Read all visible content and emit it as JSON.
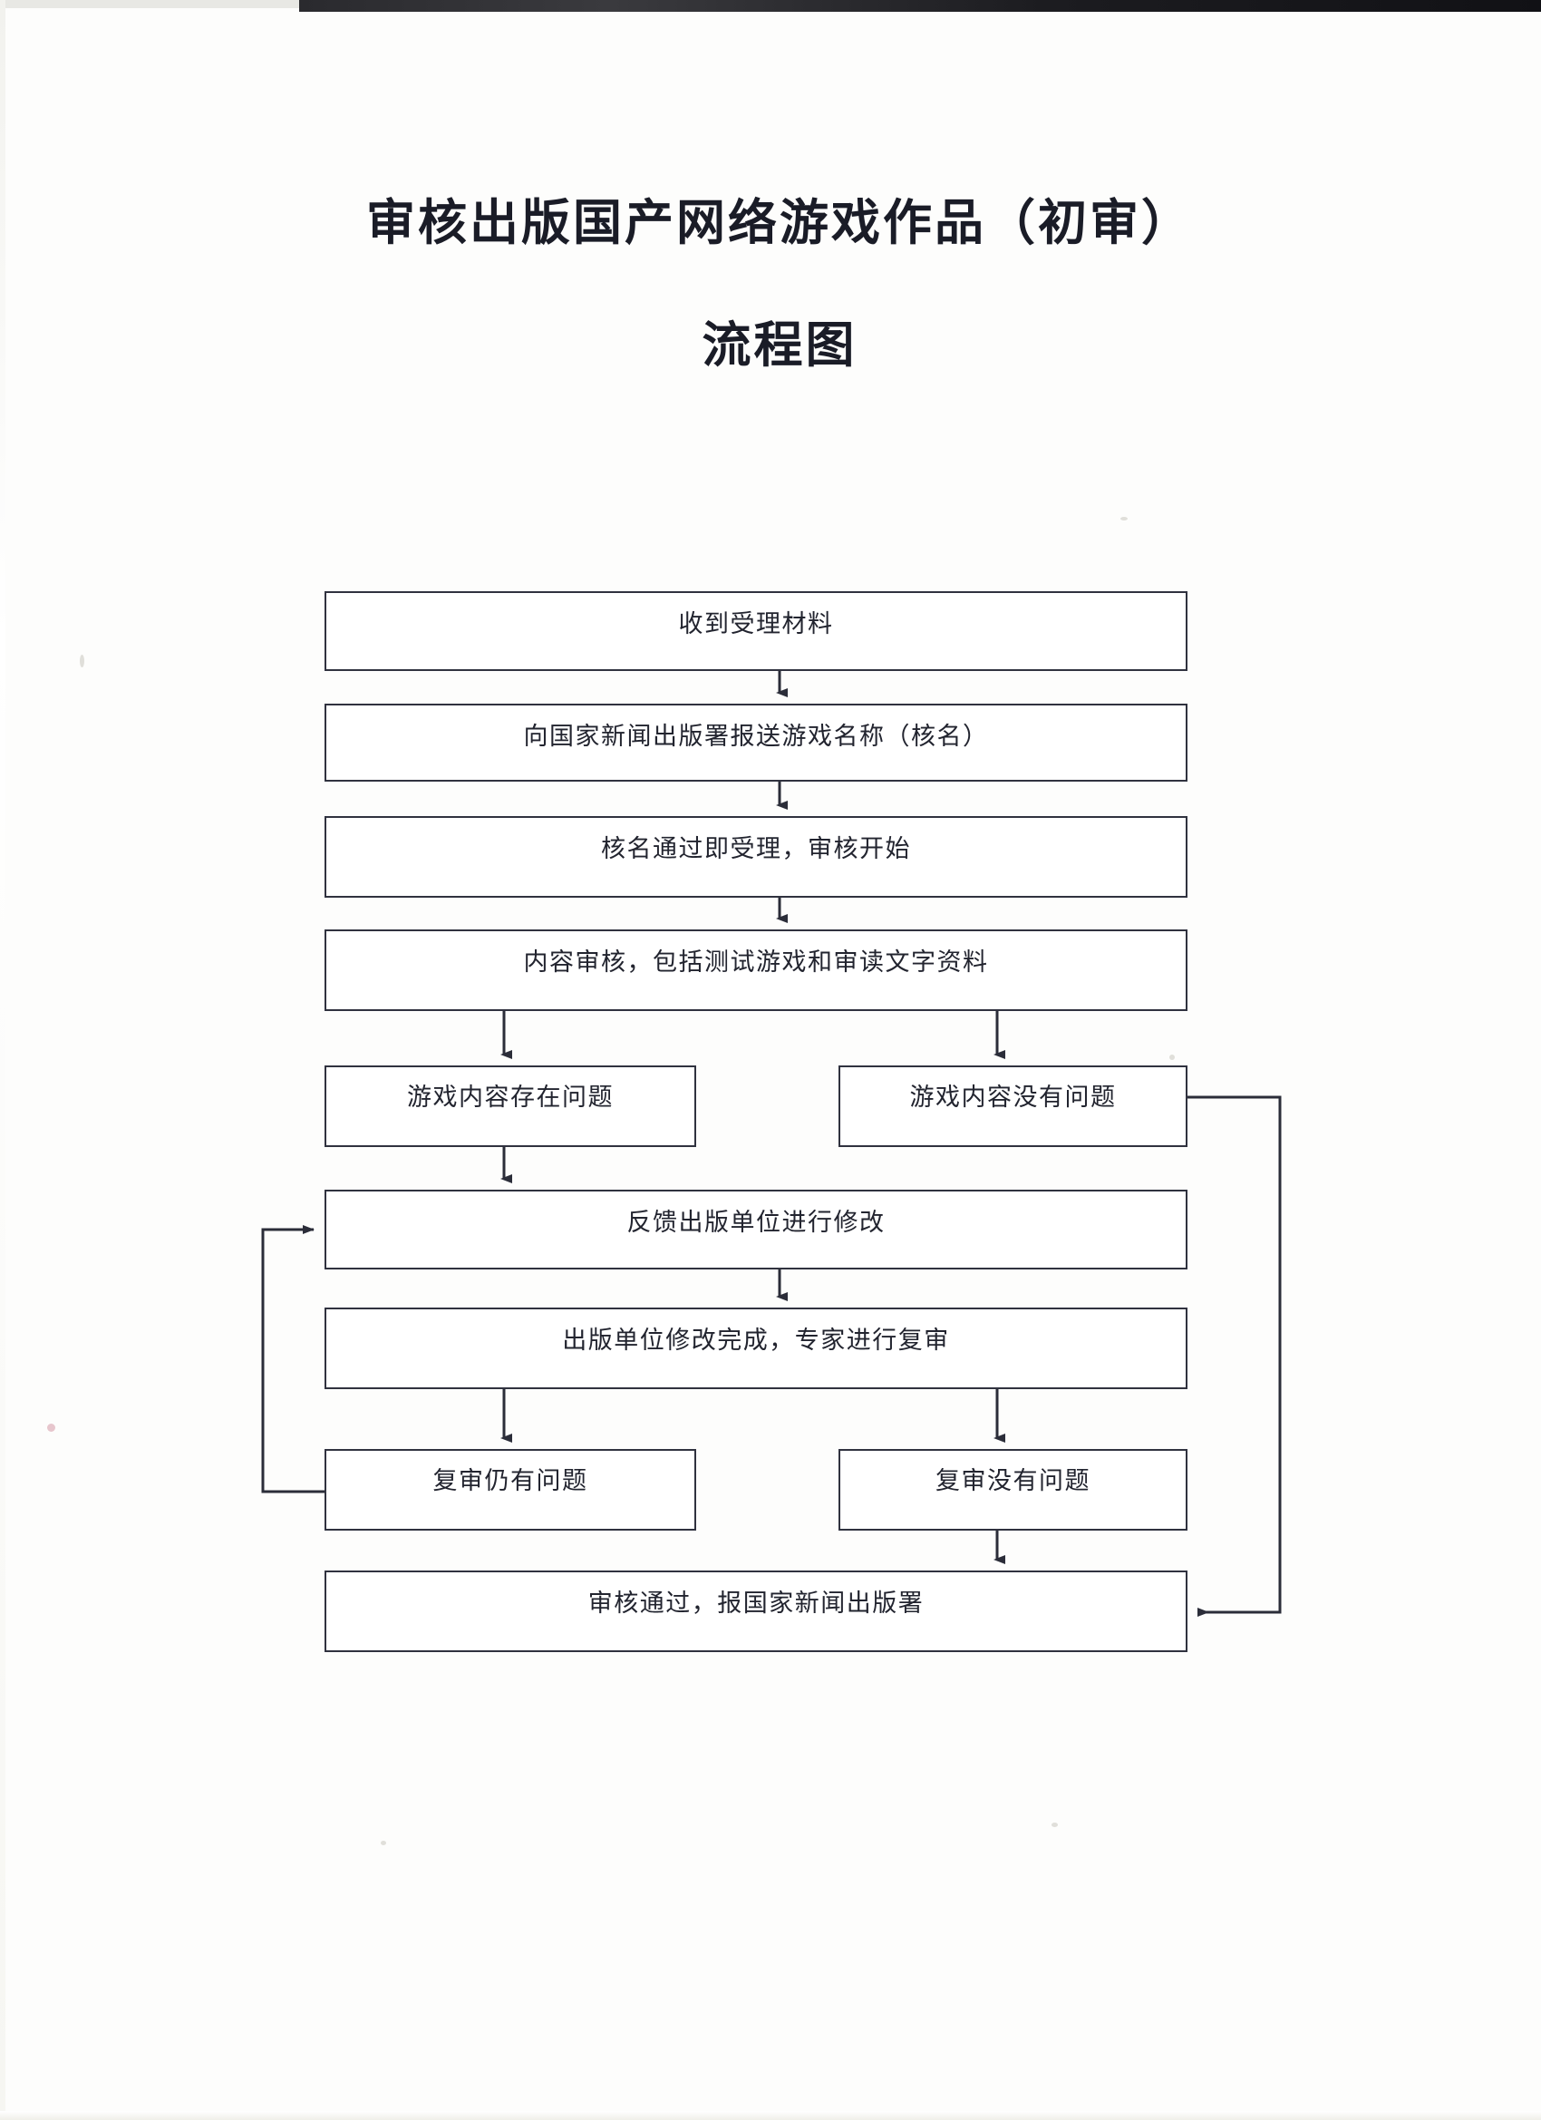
{
  "document": {
    "title_line_1": "审核出版国产网络游戏作品（初审）",
    "title_line_2": "流程图"
  },
  "chart_data": {
    "type": "diagram",
    "title": "审核出版国产网络游戏作品（初审）流程图",
    "nodes": [
      {
        "id": "n1",
        "label": "收到受理材料"
      },
      {
        "id": "n2",
        "label": "向国家新闻出版署报送游戏名称（核名）"
      },
      {
        "id": "n3",
        "label": "核名通过即受理，审核开始"
      },
      {
        "id": "n4",
        "label": "内容审核，包括测试游戏和审读文字资料"
      },
      {
        "id": "n5",
        "label": "游戏内容存在问题"
      },
      {
        "id": "n6",
        "label": "游戏内容没有问题"
      },
      {
        "id": "n7",
        "label": "反馈出版单位进行修改"
      },
      {
        "id": "n8",
        "label": "出版单位修改完成，专家进行复审"
      },
      {
        "id": "n9",
        "label": "复审仍有问题"
      },
      {
        "id": "n10",
        "label": "复审没有问题"
      },
      {
        "id": "n11",
        "label": "审核通过，报国家新闻出版署"
      }
    ],
    "edges": [
      {
        "from": "n1",
        "to": "n2"
      },
      {
        "from": "n2",
        "to": "n3"
      },
      {
        "from": "n3",
        "to": "n4"
      },
      {
        "from": "n4",
        "to": "n5"
      },
      {
        "from": "n4",
        "to": "n6"
      },
      {
        "from": "n5",
        "to": "n7"
      },
      {
        "from": "n7",
        "to": "n8"
      },
      {
        "from": "n8",
        "to": "n9"
      },
      {
        "from": "n8",
        "to": "n10"
      },
      {
        "from": "n9",
        "to": "n7"
      },
      {
        "from": "n10",
        "to": "n11"
      },
      {
        "from": "n6",
        "to": "n11"
      }
    ],
    "line_color": "#30323f",
    "box_fill": "#ffffff"
  }
}
